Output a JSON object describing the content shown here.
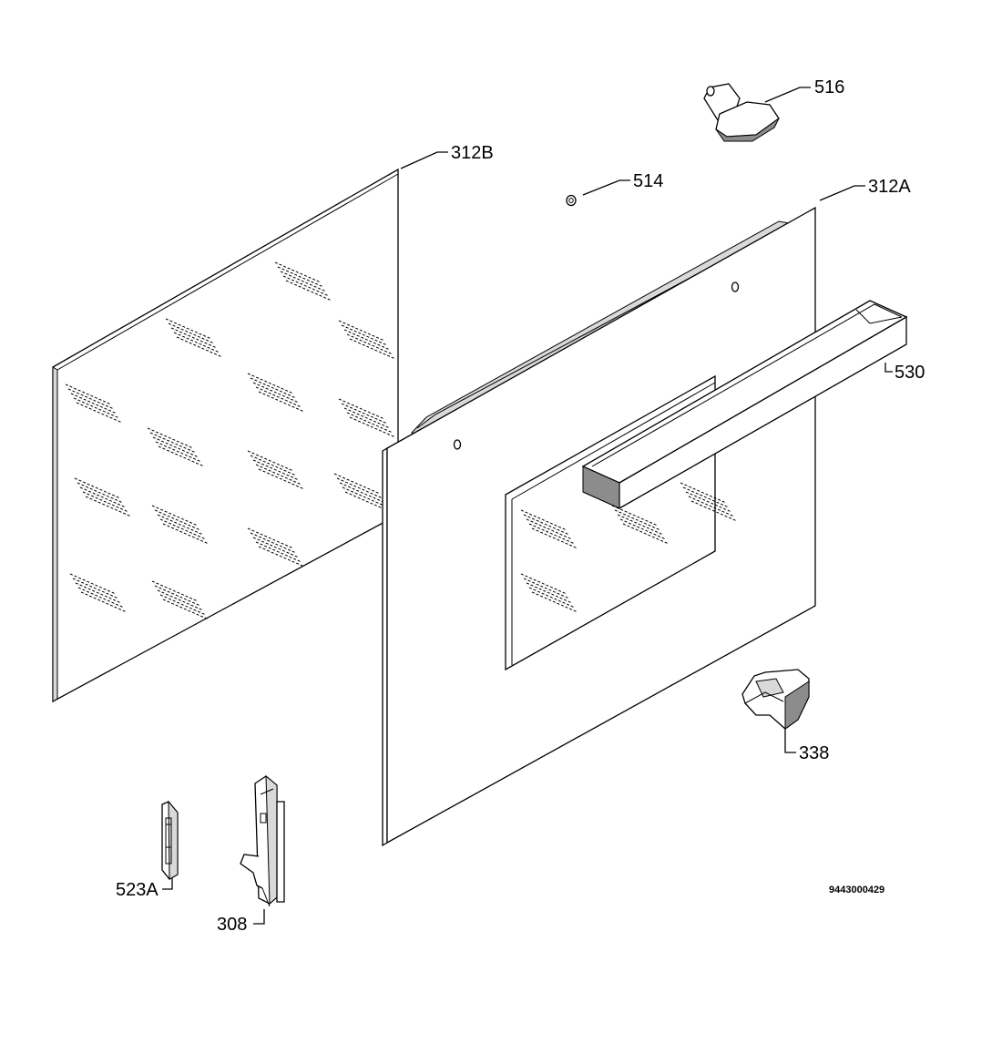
{
  "diagram": {
    "document_id": "9443000429",
    "parts": [
      {
        "id": "516"
      },
      {
        "id": "312B"
      },
      {
        "id": "514"
      },
      {
        "id": "312A"
      },
      {
        "id": "530"
      },
      {
        "id": "338"
      },
      {
        "id": "523A"
      },
      {
        "id": "308"
      }
    ]
  }
}
